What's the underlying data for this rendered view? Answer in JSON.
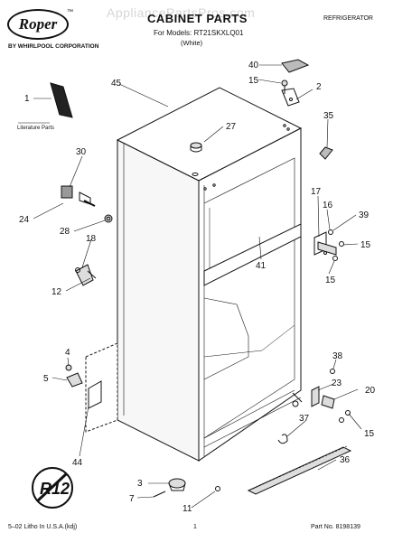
{
  "header": {
    "brand_logo": "Roper",
    "trademark": "™",
    "corporation": "BY WHIRLPOOL CORPORATION",
    "watermark": "AppliancePartsPros.com",
    "title": "CABINET PARTS",
    "models_line": "For Models: RT21SKXLQ01",
    "color_line": "(White)",
    "category": "REFRIGERATOR"
  },
  "literature_label": "Literature Parts",
  "r12_stamp": "R12",
  "callouts": [
    "1",
    "2",
    "3",
    "4",
    "5",
    "7",
    "11",
    "12",
    "15",
    "15",
    "15",
    "15",
    "16",
    "17",
    "18",
    "20",
    "23",
    "24",
    "27",
    "28",
    "30",
    "35",
    "36",
    "37",
    "38",
    "39",
    "40",
    "41",
    "44",
    "45"
  ],
  "footer": {
    "left": "5–02 Litho In U.S.A.(kdj)",
    "center": "1",
    "right": "Part No. 8198139"
  }
}
